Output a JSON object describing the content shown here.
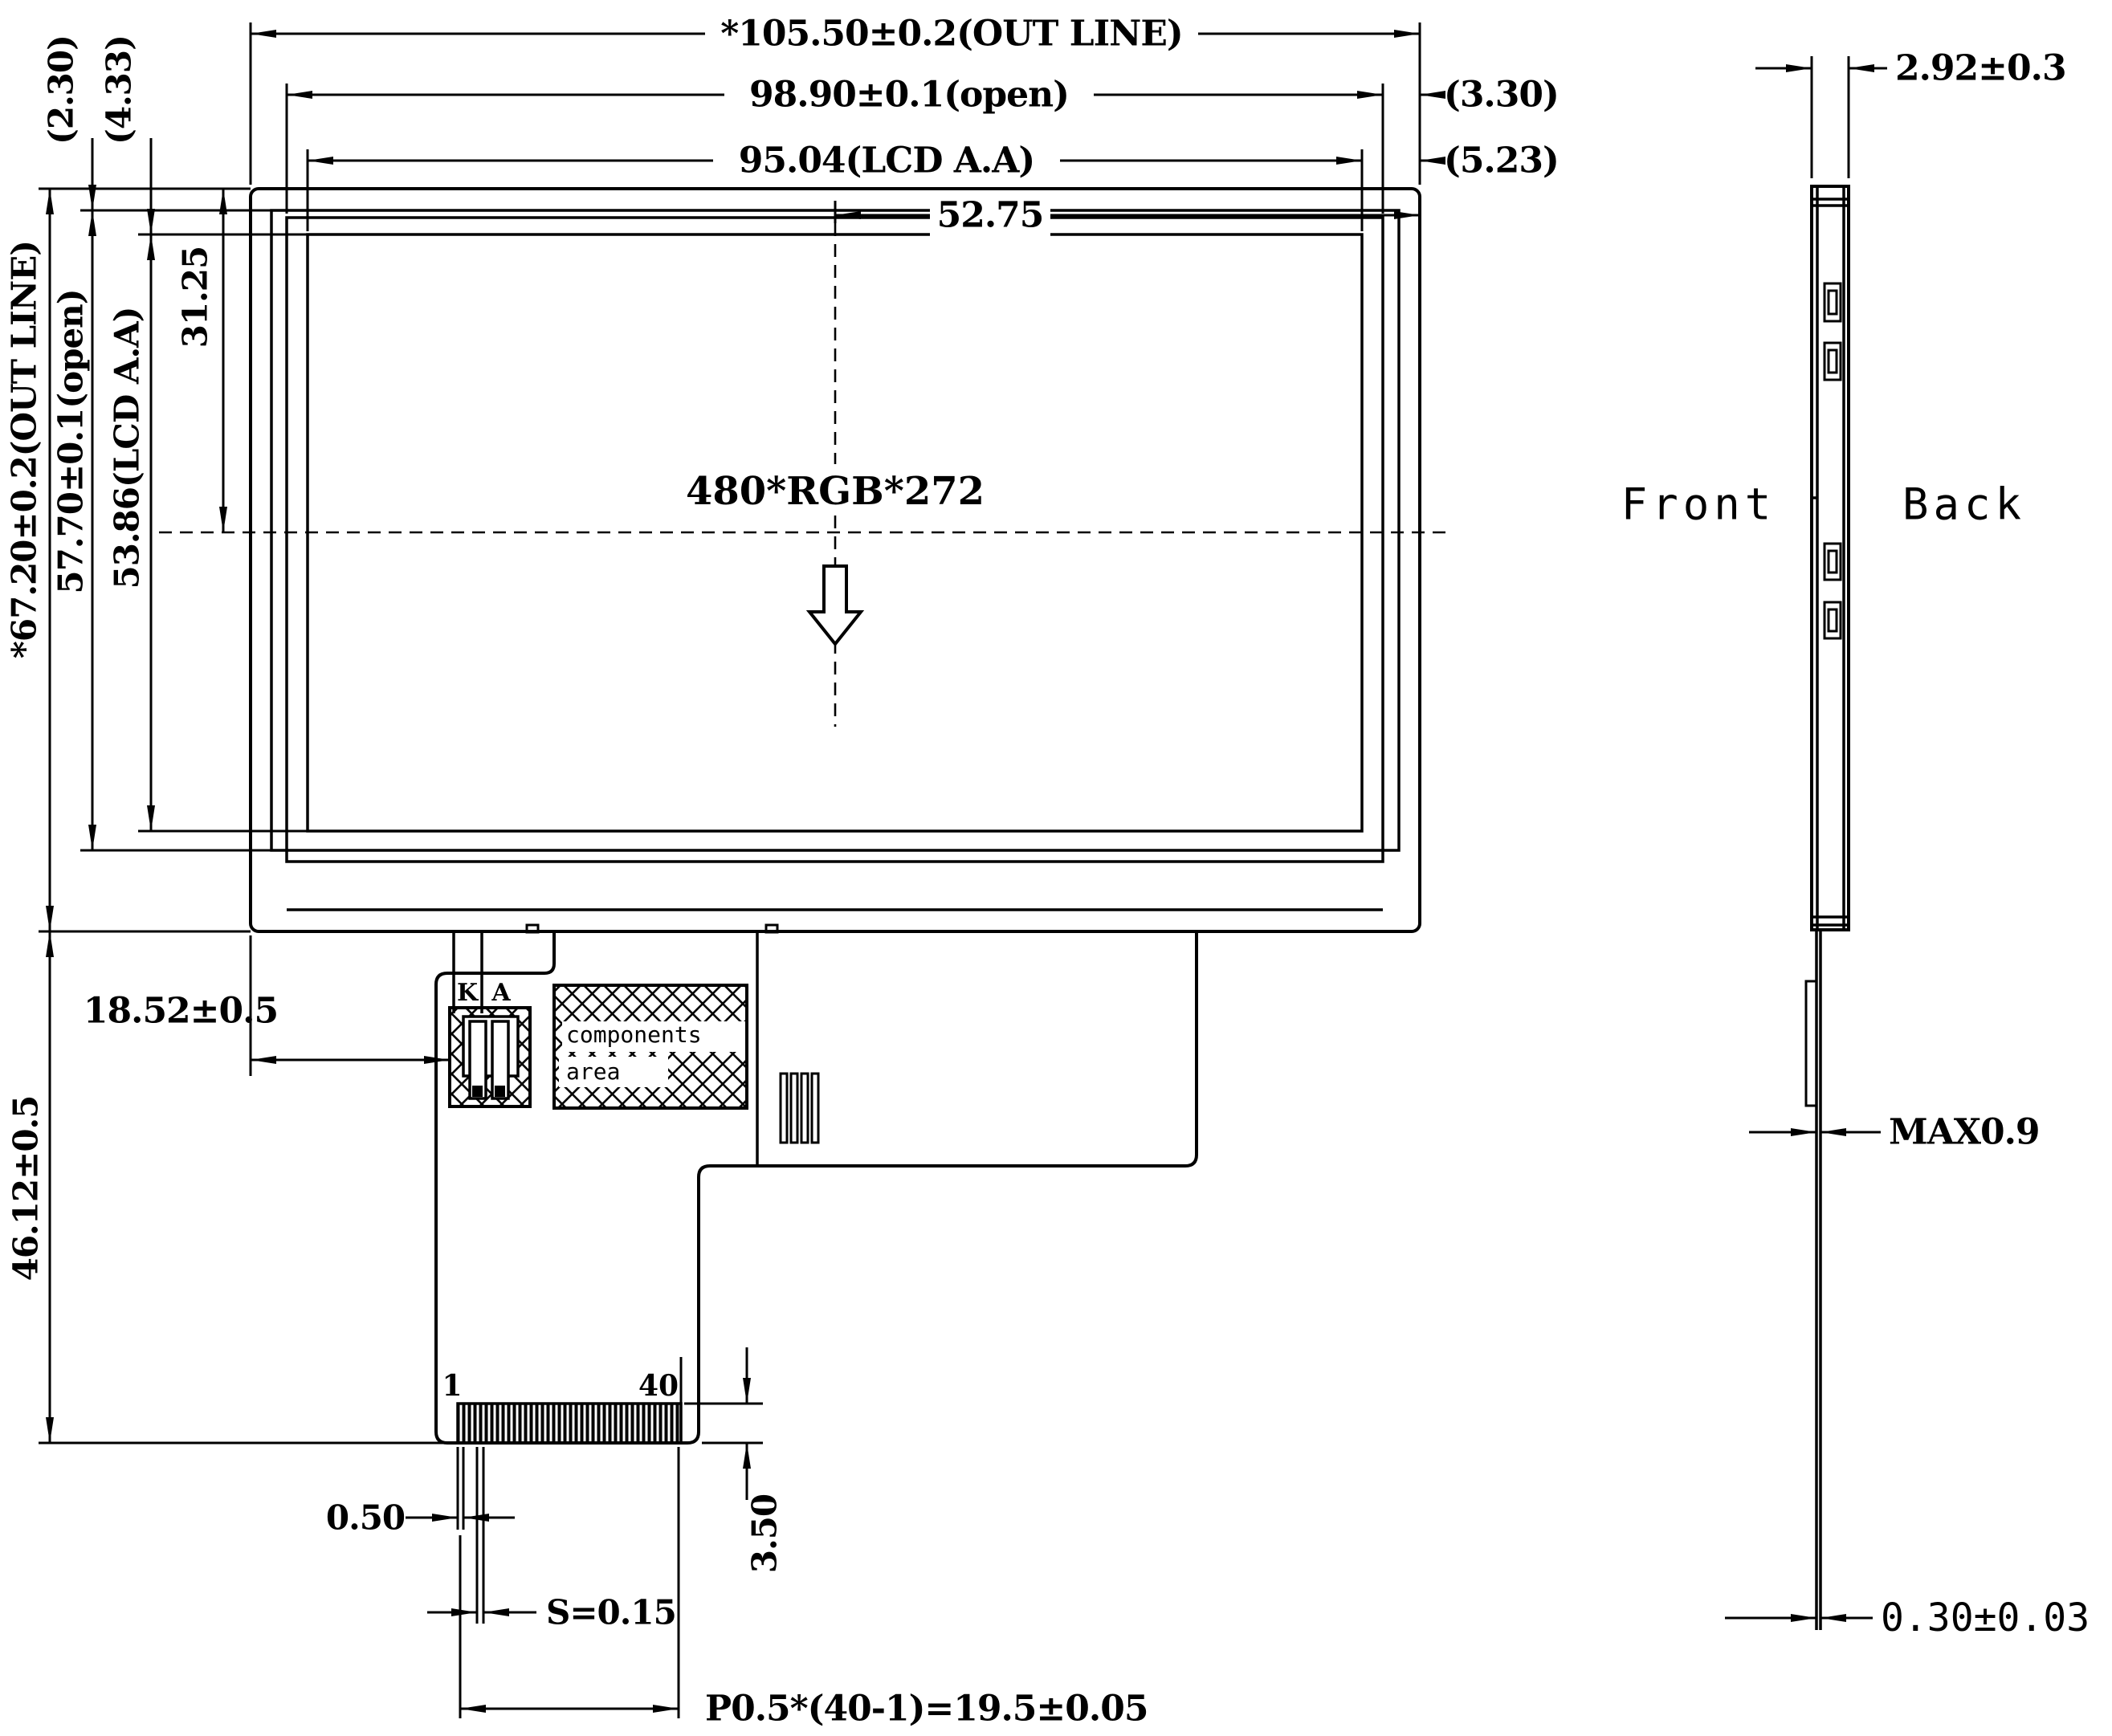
{
  "front_view": {
    "resolution_label": "480*RGB*272",
    "top_dimensions": {
      "outline_width": "*105.50±0.2(OUT LINE)",
      "open_width": "98.90±0.1(open)",
      "active_area_width": "95.04(LCD A.A)",
      "half_width": "52.75",
      "right_gap_open": "(3.30)",
      "right_gap_aa": "(5.23)"
    },
    "left_dimensions": {
      "top_gap_open": "(2.30)",
      "top_gap_aa": "(4.33)",
      "center_offset": "31.25",
      "open_height": "57.70±0.1(open)",
      "active_area_height": "53.86(LCD A.A)",
      "outline_height": "*67.20±0.2(OUT LINE)",
      "tail_height": "46.12±0.5"
    }
  },
  "led_terminal": {
    "offset": "18.52±0.5",
    "cathode": "K",
    "anode": "A"
  },
  "components_area": {
    "line1": "components",
    "line2": "area"
  },
  "connector": {
    "pin_first": "1",
    "pin_last": "40",
    "pin_width": "0.50",
    "pin_spacing": "S=0.15",
    "height": "3.50",
    "pitch_formula": "P0.5*(40-1)=19.5±0.05"
  },
  "side_view": {
    "front_label": "Front",
    "back_label": "Back",
    "thickness": "2.92±0.3",
    "fpc_max_thickness": "MAX0.9",
    "fpc_thickness": "0.30±0.03"
  },
  "colors": {
    "ink": "#000000",
    "paper": "#ffffff"
  }
}
